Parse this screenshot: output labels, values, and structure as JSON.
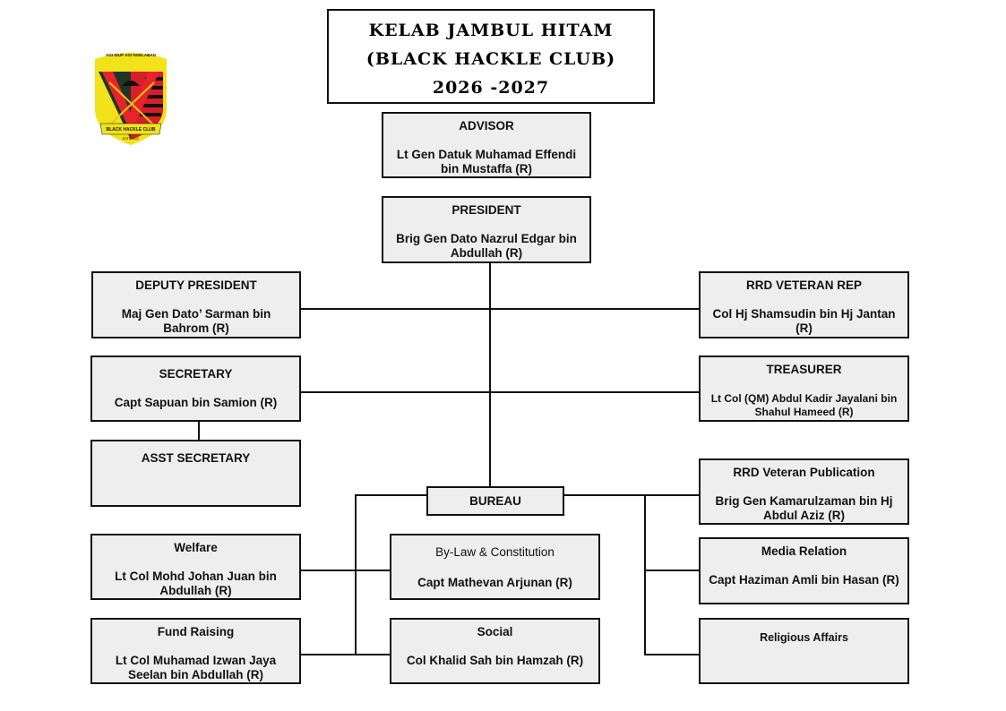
{
  "title": {
    "line1": "KELAB JAMBUL HITAM",
    "line2": "(BLACK HACKLE CLUB)",
    "line3": "2026 -2027"
  },
  "logo": {
    "motto": "AGI IDUP AGI NGELABAN",
    "banner": "BLACK HACKLE CLUB",
    "estb": "ESTB 2022"
  },
  "advisor": {
    "role": "ADVISOR",
    "name": "Lt Gen Datuk Muhamad Effendi bin Mustaffa (R)"
  },
  "president": {
    "role": "PRESIDENT",
    "name": "Brig Gen Dato Nazrul Edgar bin Abdullah (R)"
  },
  "deputy": {
    "role": "DEPUTY PRESIDENT",
    "name": "Maj Gen Dato’ Sarman bin Bahrom  (R)"
  },
  "rrd_rep": {
    "role": "RRD VETERAN REP",
    "name": "Col Hj Shamsudin bin Hj Jantan (R)"
  },
  "secretary": {
    "role": "SECRETARY",
    "name": "Capt Sapuan bin Samion (R)"
  },
  "treasurer": {
    "role": "TREASURER",
    "name": "Lt Col (QM) Abdul Kadir Jayalani bin Shahul Hameed (R)"
  },
  "asst_secretary": {
    "role": "ASST SECRETARY"
  },
  "bureau": {
    "role": "BUREAU"
  },
  "rrd_pub": {
    "role": "RRD Veteran Publication",
    "name": "Brig Gen Kamarulzaman bin Hj Abdul Aziz (R)"
  },
  "welfare": {
    "role": "Welfare",
    "name": "Lt Col Mohd Johan Juan bin Abdullah (R)"
  },
  "bylaw": {
    "role": "By-Law & Constitution",
    "name": "Capt Mathevan Arjunan (R)"
  },
  "media": {
    "role": "Media Relation",
    "name": "Capt Haziman Amli bin Hasan (R)"
  },
  "fund": {
    "role": "Fund Raising",
    "name": "Lt Col Muhamad Izwan Jaya Seelan bin Abdullah (R)"
  },
  "social": {
    "role": "Social",
    "name": "Col Khalid Sah bin Hamzah (R)"
  },
  "religious": {
    "role": "Religious Affairs"
  }
}
